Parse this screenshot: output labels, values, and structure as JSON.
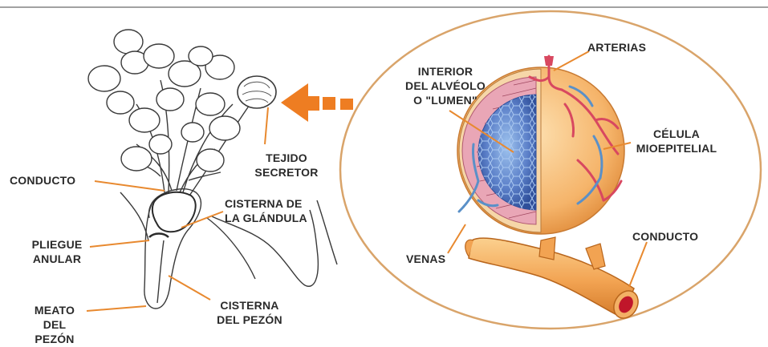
{
  "labels": {
    "conducto_left": "CONDUCTO",
    "tejido_1": "TEJIDO",
    "tejido_2": "SECRETOR",
    "cisterna_glandula_1": "CISTERNA DE",
    "cisterna_glandula_2": "LA GLÁNDULA",
    "pliegue_1": "PLIEGUE",
    "pliegue_2": "ANULAR",
    "meato_1": "MEATO",
    "meato_2": "DEL",
    "meato_3": "PEZÓN",
    "cisterna_pezon_1": "CISTERNA",
    "cisterna_pezon_2": "DEL PEZÓN",
    "interior_1": "INTERIOR",
    "interior_2": "DEL ALVÉOLO",
    "interior_3": "O \"LUMEN\"",
    "arterias": "ARTERIAS",
    "celula_1": "CÉLULA",
    "celula_2": "MIOEPITELIAL",
    "venas": "VENAS",
    "conducto_right": "CONDUCTO"
  },
  "colors": {
    "outline": "#3a3a3a",
    "leader": "#e8892f",
    "arrow": "#ee7d22",
    "ellipse": "#d9a46a",
    "duct": "#f3b065",
    "cells": "#e9a6b6",
    "lumen": "#5c80c9",
    "artery": "#d84860",
    "vein": "#5a90c8"
  }
}
